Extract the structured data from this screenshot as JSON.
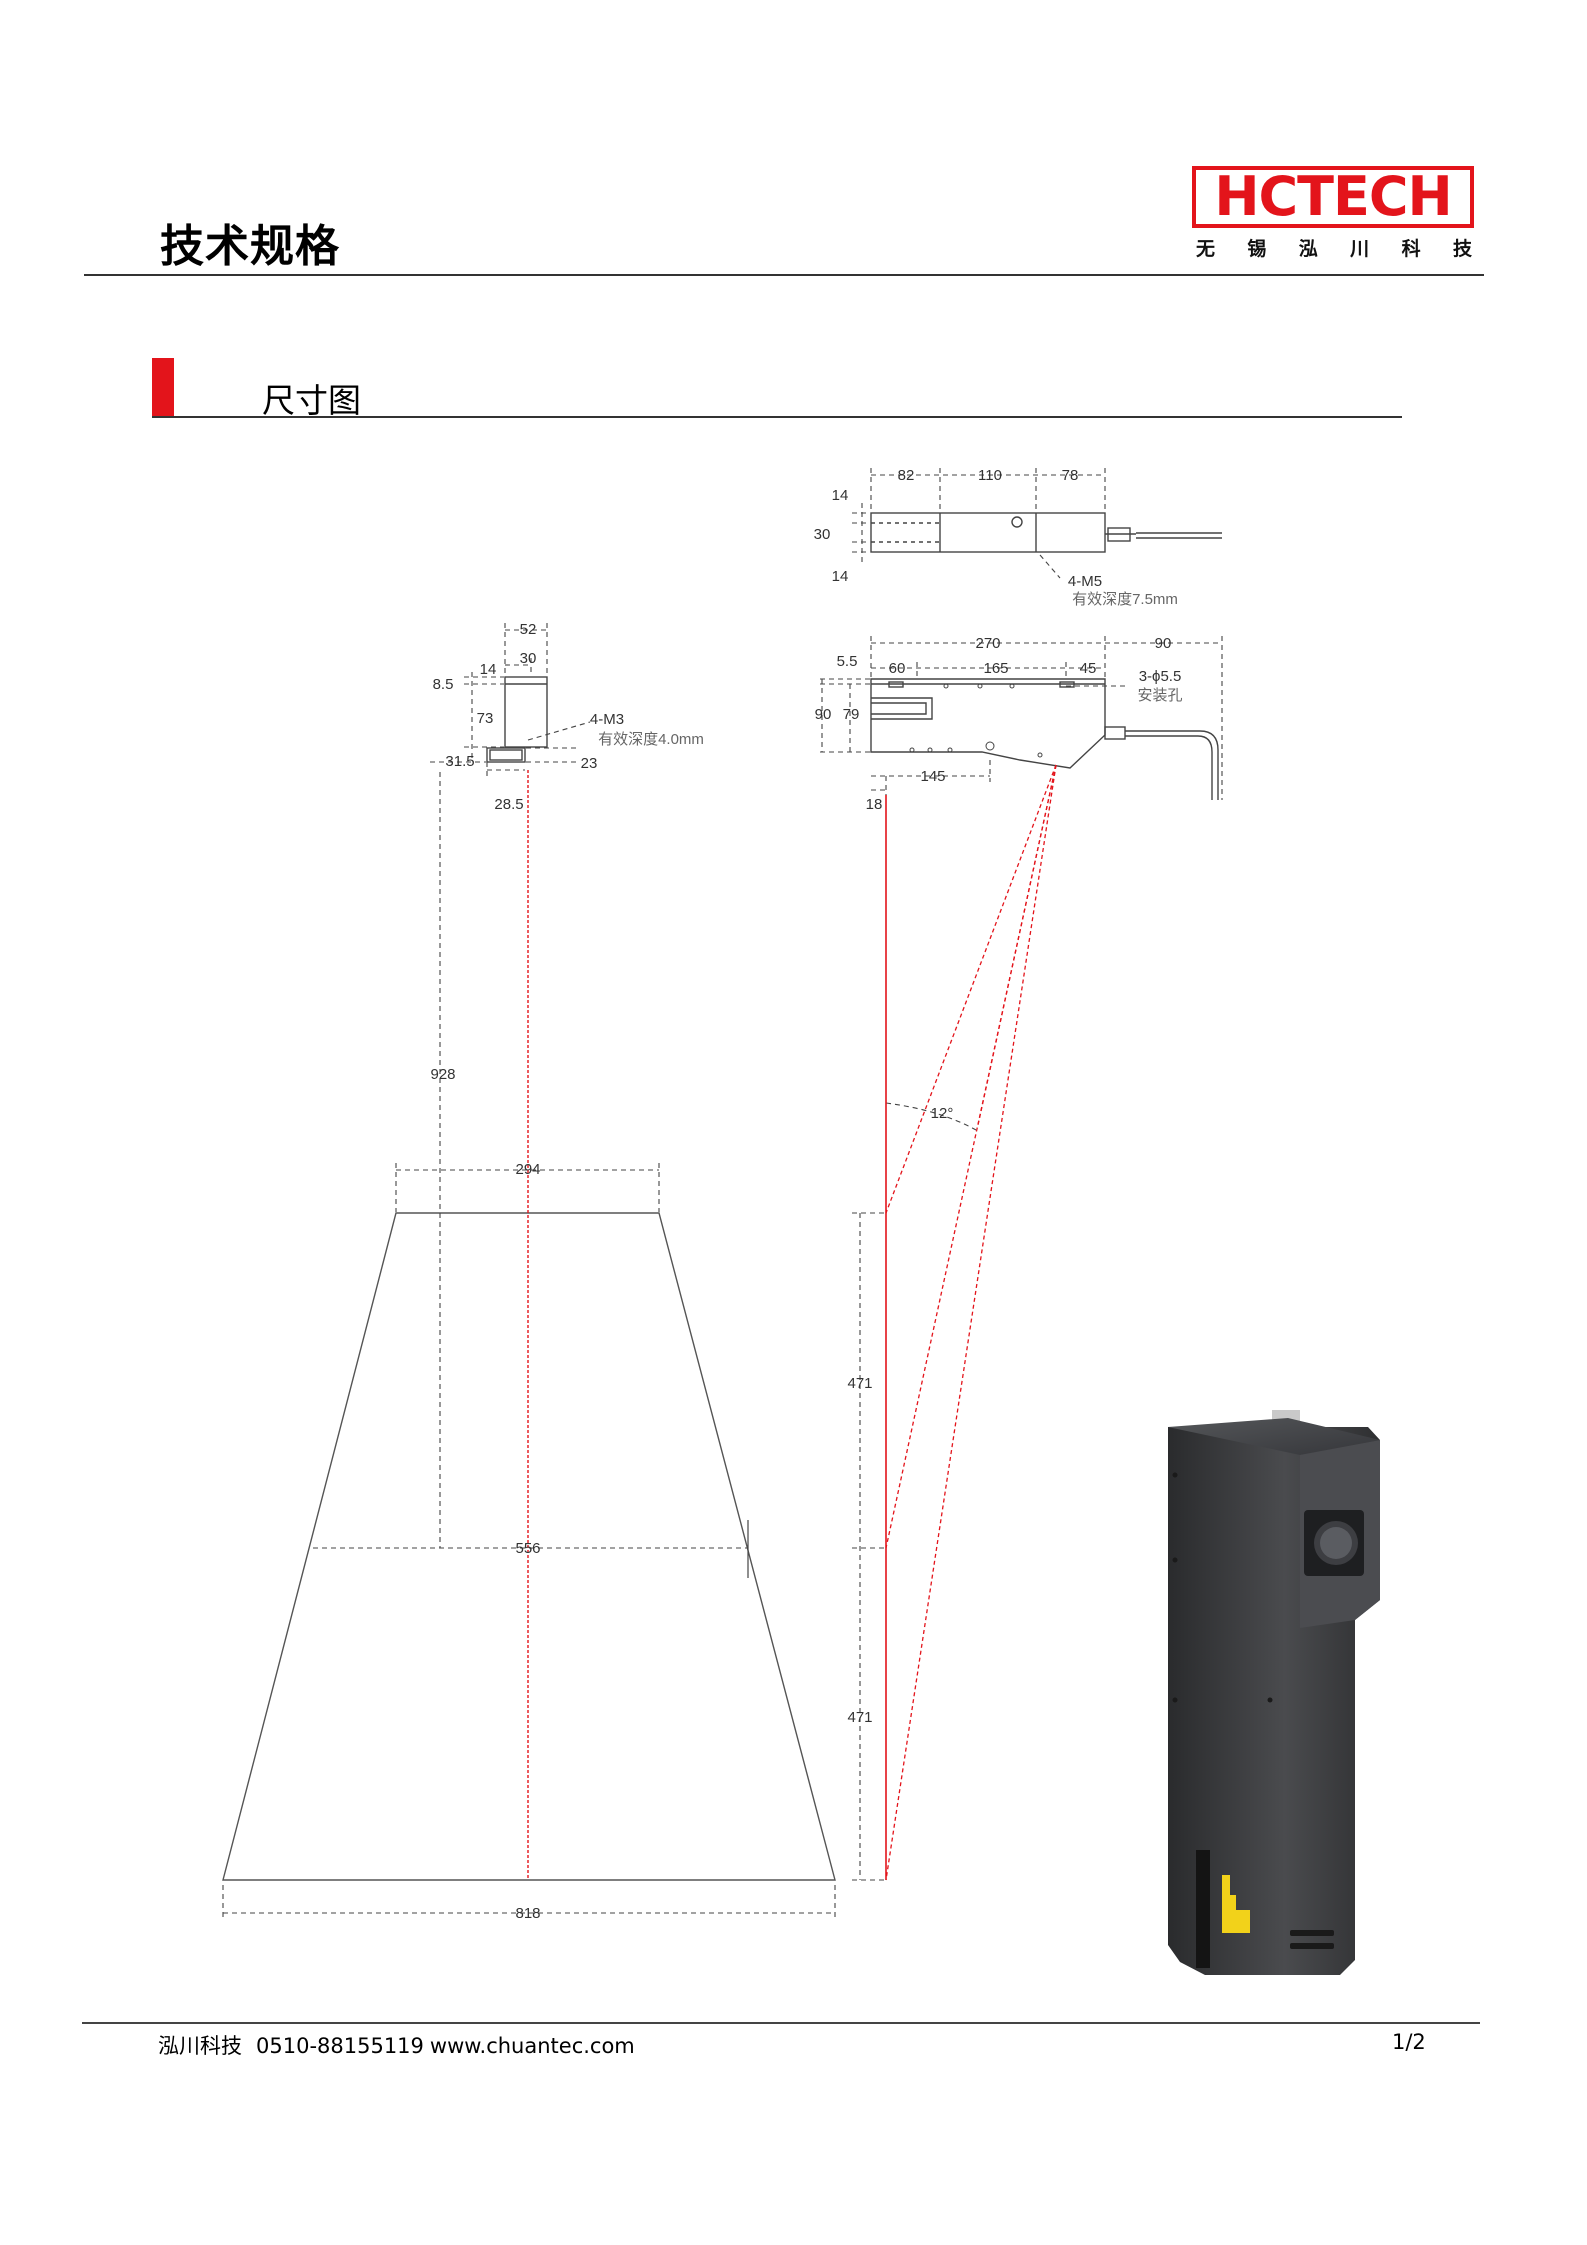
{
  "header": {
    "title": "技术规格",
    "logo": {
      "mark": "HCTECH",
      "subtitle_chars": [
        "无",
        "锡",
        "泓",
        "川",
        "科",
        "技"
      ]
    }
  },
  "section": {
    "title": "尺寸图"
  },
  "drawing": {
    "top_view_dims": [
      "82",
      "110",
      "78",
      "14",
      "30",
      "14"
    ],
    "top_view_note": [
      "4-M5",
      "有效深度7.5mm"
    ],
    "side_view_dims": [
      "270",
      "90",
      "5.5",
      "60",
      "165",
      "45",
      "90",
      "79",
      "145",
      "18"
    ],
    "side_view_note": [
      "3-ϕ5.5",
      "安装孔"
    ],
    "front_view_dims": [
      "52",
      "30",
      "14",
      "8.5",
      "73",
      "31.5",
      "28.5",
      "23"
    ],
    "front_view_note": [
      "4-M3",
      "有效深度4.0mm"
    ],
    "fov_dims": [
      "928",
      "294",
      "556",
      "818"
    ],
    "depth_dims": [
      "471",
      "471"
    ],
    "angle": "12°"
  },
  "colors": {
    "brand_red": "#e3141b",
    "laser_red": "#e3141b",
    "device_body": "#3a3b3d"
  },
  "footer": {
    "company": "泓川科技",
    "phone": "0510-88155119",
    "website": "www.chuantec.com",
    "page": "1/2"
  }
}
